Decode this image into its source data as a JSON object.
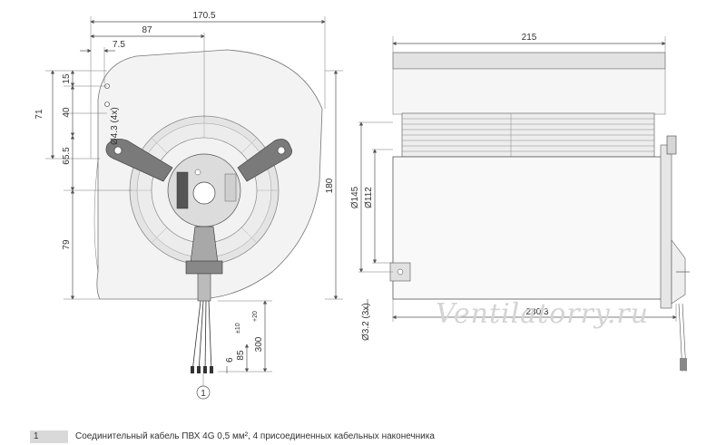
{
  "dimensions": {
    "width_total": "170.5",
    "width_87": "87",
    "width_7_5": "7.5",
    "height_15": "15",
    "height_40": "40",
    "height_71": "71",
    "height_65_5": "65.5",
    "height_79": "79",
    "height_180": "180",
    "hole_4_3": "Ø4.3 (4x)",
    "side_215": "215",
    "side_230_3": "230.3",
    "dia_145": "Ø145",
    "dia_112": "Ø112",
    "hole_3_2": "Ø3.2 (3x)",
    "cable_300": "300",
    "cable_300_tol": "+20",
    "cable_85": "85",
    "cable_85_tol": "±10",
    "cable_6": "6"
  },
  "callout": "1",
  "watermark": "Ventilatorry.ru",
  "legend": {
    "number": "1",
    "text": "Соединительный кабель ПВХ 4G 0,5 мм², 4 присоединенных кабельных наконечника"
  }
}
